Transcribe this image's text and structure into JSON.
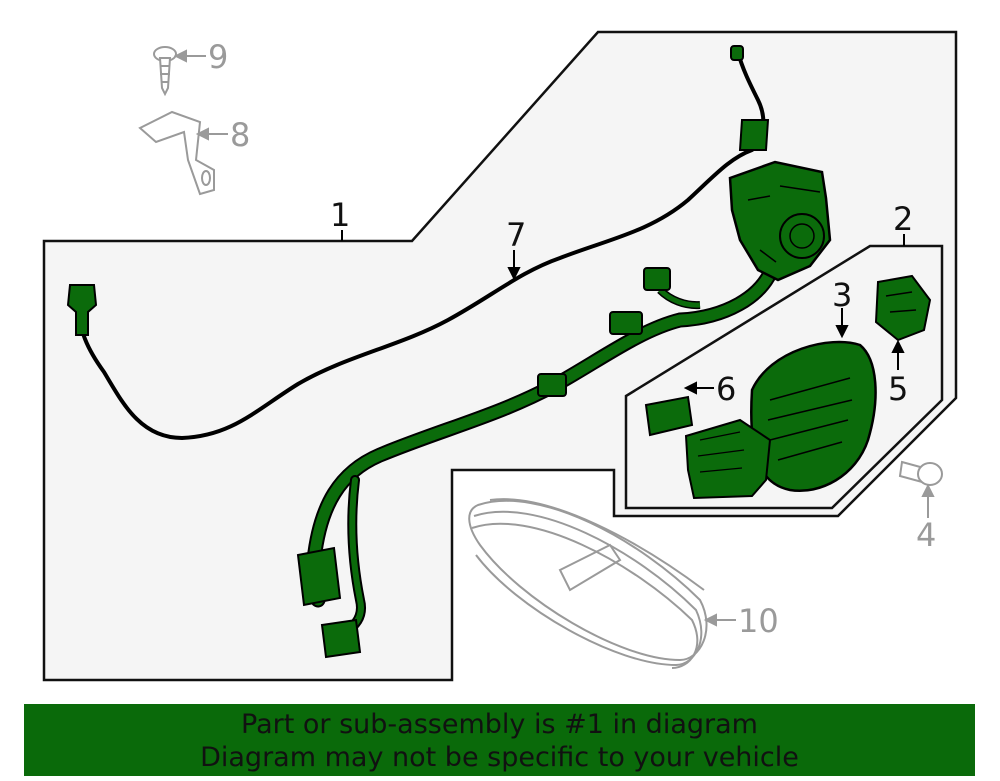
{
  "callouts": {
    "c1": "1",
    "c2": "2",
    "c3": "3",
    "c4": "4",
    "c5": "5",
    "c6": "6",
    "c7": "7",
    "c8": "8",
    "c9": "9",
    "c10": "10"
  },
  "banner": {
    "line1": "Part or sub-assembly is #1 in diagram",
    "line2": "Diagram may not be specific to your vehicle"
  },
  "colors": {
    "part_green": "#0b6b0b",
    "panel_fill": "#f5f5f5",
    "ghost_grey": "#9a9a9a",
    "banner_bg": "#0a6a0a"
  }
}
